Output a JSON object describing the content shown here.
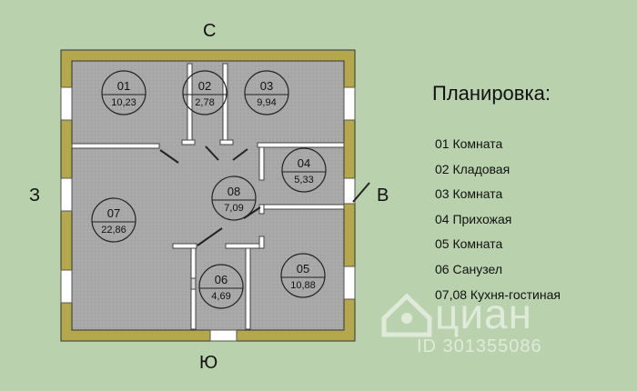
{
  "compass": {
    "north": "С",
    "south": "Ю",
    "west": "З",
    "east": "В"
  },
  "legend": {
    "title": "Планировка:",
    "items": [
      "01 Комната",
      "02 Кладовая",
      "03 Комната",
      "04 Прихожая",
      "05 Комната",
      "06 Санузел",
      "07,08 Кухня-гостиная"
    ]
  },
  "rooms": [
    {
      "no": "01",
      "area": "10,23"
    },
    {
      "no": "02",
      "area": "2,78"
    },
    {
      "no": "03",
      "area": "9,94"
    },
    {
      "no": "04",
      "area": "5,33"
    },
    {
      "no": "05",
      "area": "10,88"
    },
    {
      "no": "06",
      "area": "4,69"
    },
    {
      "no": "07",
      "area": "22,86"
    },
    {
      "no": "08",
      "area": "7,09"
    }
  ],
  "watermark": {
    "logo": "циан",
    "id": "ID 301355086"
  },
  "colors": {
    "background": "#b9d1ad",
    "wall": "#b5a84c",
    "floor": "#a7a7a7"
  }
}
